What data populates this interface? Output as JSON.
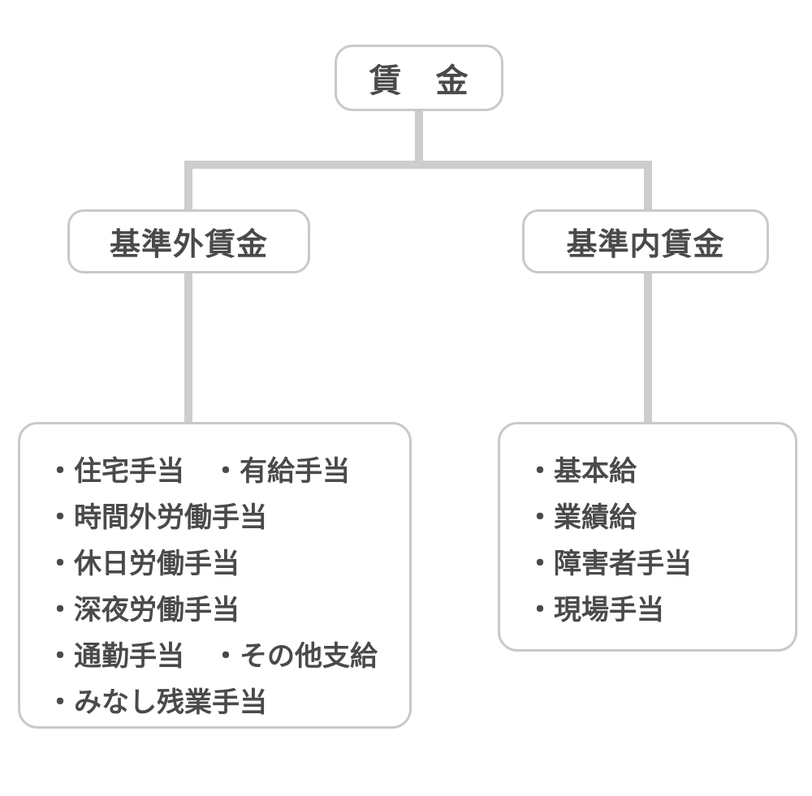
{
  "root": {
    "label": "賃　金"
  },
  "branches": [
    {
      "label": "基準外賃金",
      "lines": [
        "・住宅手当　・有給手当",
        "・時間外労働手当",
        "・休日労働手当",
        "・深夜労働手当",
        "・通勤手当　・その他支給",
        "・みなし残業手当"
      ]
    },
    {
      "label": "基準内賃金",
      "lines": [
        "・基本給",
        "・業績給",
        "・障害者手当",
        "・現場手当"
      ]
    }
  ],
  "colors": {
    "connector": "#cdcdcd",
    "box_border": "#c9c9c9",
    "text": "#4a4a4a",
    "background": "#ffffff"
  }
}
